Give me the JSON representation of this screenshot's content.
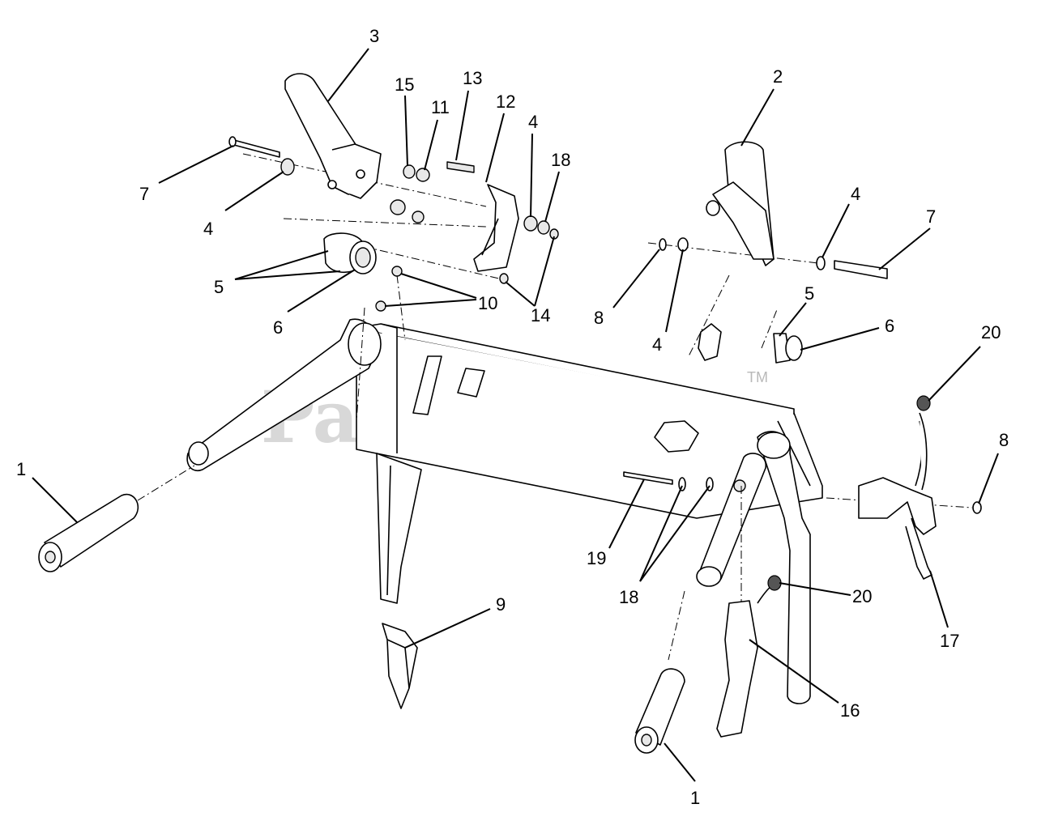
{
  "watermark": {
    "text": "PartsTree",
    "trademark": "TM"
  },
  "callouts": [
    {
      "id": "c3",
      "label": "3"
    },
    {
      "id": "c15",
      "label": "15"
    },
    {
      "id": "c11",
      "label": "11"
    },
    {
      "id": "c13",
      "label": "13"
    },
    {
      "id": "c12",
      "label": "12"
    },
    {
      "id": "c4a",
      "label": "4"
    },
    {
      "id": "c18a",
      "label": "18"
    },
    {
      "id": "c7a",
      "label": "7"
    },
    {
      "id": "c4b",
      "label": "4"
    },
    {
      "id": "c5a",
      "label": "5"
    },
    {
      "id": "c6a",
      "label": "6"
    },
    {
      "id": "c10",
      "label": "10"
    },
    {
      "id": "c14",
      "label": "14"
    },
    {
      "id": "c2",
      "label": "2"
    },
    {
      "id": "c4c",
      "label": "4"
    },
    {
      "id": "c7b",
      "label": "7"
    },
    {
      "id": "c8a",
      "label": "8"
    },
    {
      "id": "c4d",
      "label": "4"
    },
    {
      "id": "c5b",
      "label": "5"
    },
    {
      "id": "c6b",
      "label": "6"
    },
    {
      "id": "c20a",
      "label": "20"
    },
    {
      "id": "c8b",
      "label": "8"
    },
    {
      "id": "c1a",
      "label": "1"
    },
    {
      "id": "c19",
      "label": "19"
    },
    {
      "id": "c18b",
      "label": "18"
    },
    {
      "id": "c20b",
      "label": "20"
    },
    {
      "id": "c9",
      "label": "9"
    },
    {
      "id": "c17",
      "label": "17"
    },
    {
      "id": "c16",
      "label": "16"
    },
    {
      "id": "c1b",
      "label": "1"
    }
  ]
}
